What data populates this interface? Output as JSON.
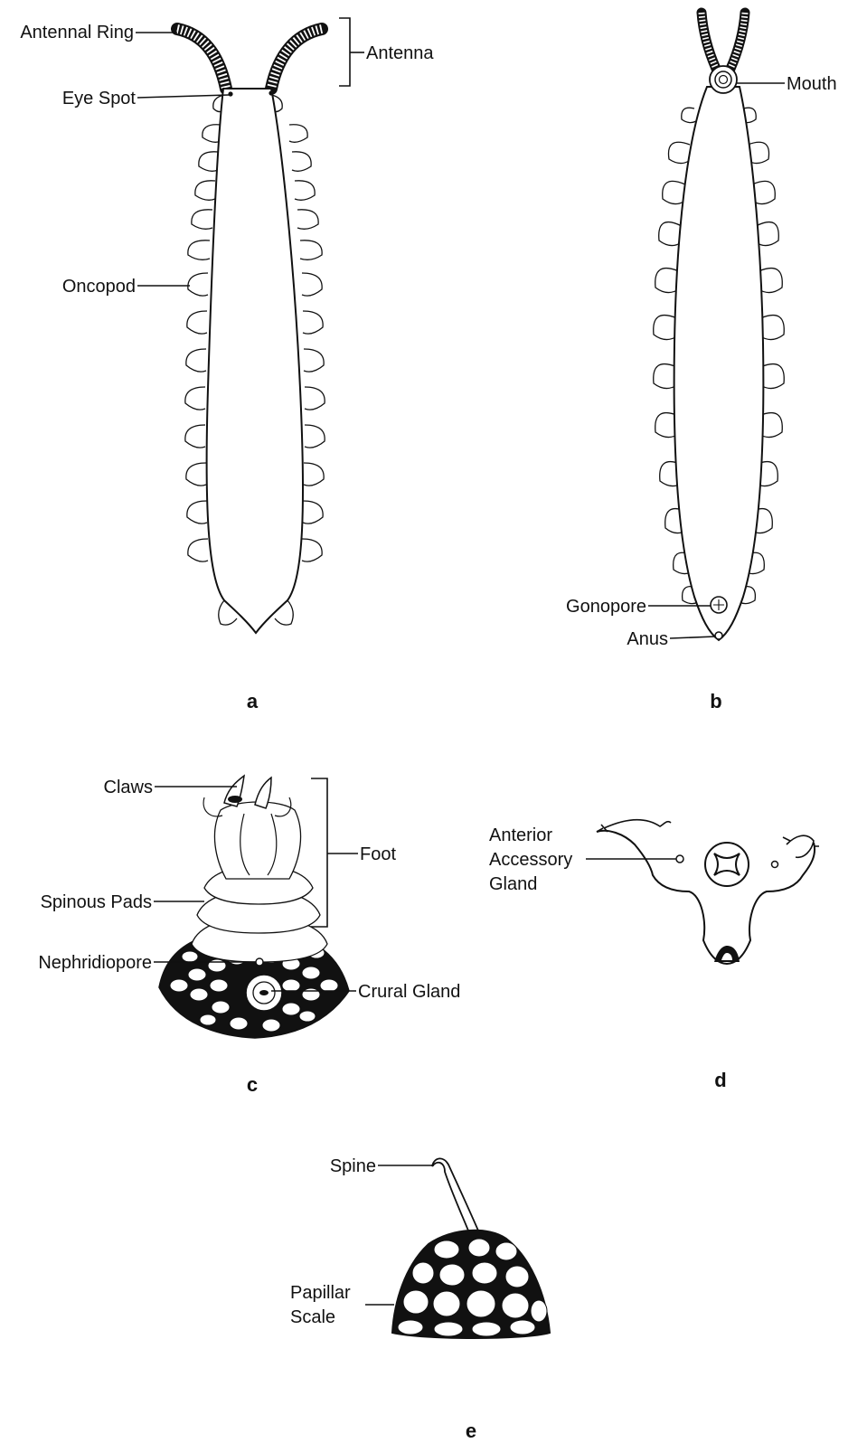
{
  "labels": {
    "antennal_ring": "Antennal Ring",
    "antenna": "Antenna",
    "eye_spot": "Eye Spot",
    "oncopod": "Oncopod",
    "mouth": "Mouth",
    "gonopore": "Gonopore",
    "anus": "Anus",
    "claws": "Claws",
    "foot": "Foot",
    "spinous_pads": "Spinous Pads",
    "nephridiopore": "Nephridiopore",
    "crural_gland": "Crural Gland",
    "anterior_accessory_gland": [
      "Anterior",
      "Accessory",
      "Gland"
    ],
    "spine": "Spine",
    "papillar_scale": [
      "Papillar",
      "Scale"
    ]
  },
  "panels": [
    "a",
    "b",
    "c",
    "d",
    "e"
  ]
}
